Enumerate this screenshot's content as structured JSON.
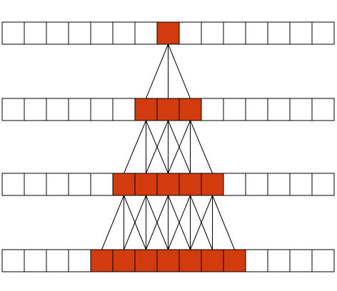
{
  "diagram": {
    "cells_per_row": 15,
    "rows": [
      {
        "active_start": 7,
        "active_count": 1
      },
      {
        "active_start": 6,
        "active_count": 3
      },
      {
        "active_start": 5,
        "active_count": 5
      },
      {
        "active_start": 4,
        "active_count": 7
      }
    ],
    "kernel_size": 3,
    "colors": {
      "active_fill": "#d13b0e",
      "inactive_fill": "#ffffff",
      "stroke": "#000000"
    }
  }
}
